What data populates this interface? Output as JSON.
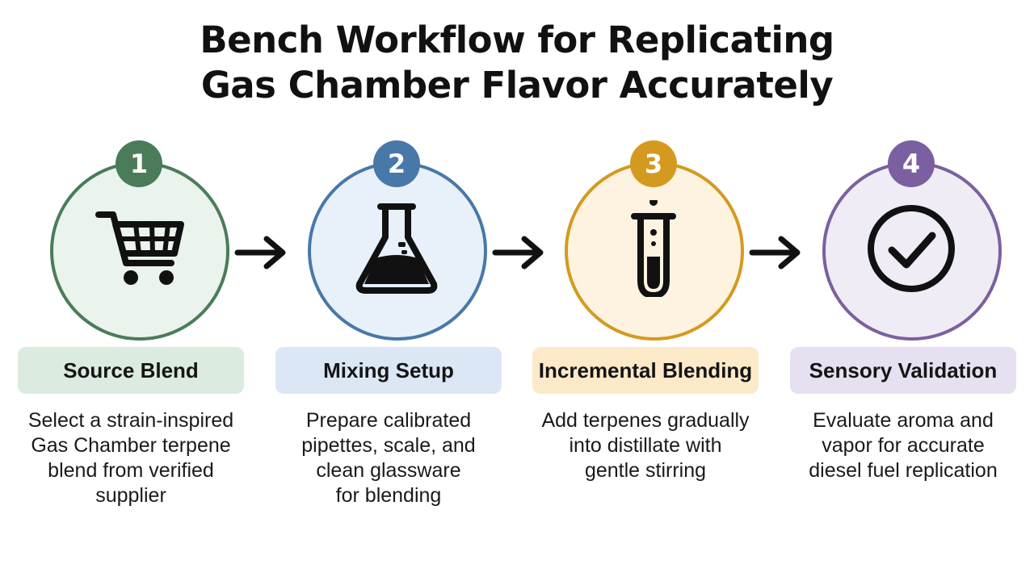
{
  "title": {
    "line1": "Bench Workflow for Replicating",
    "line2": "Gas Chamber Flavor Accurately"
  },
  "colors": {
    "green": "#4a7c59",
    "green_fill": "#eaf3ec",
    "green_label": "#dcebdf",
    "blue": "#4878a8",
    "blue_fill": "#e8f0f9",
    "blue_label": "#dbe7f5",
    "gold": "#d49a1f",
    "gold_fill": "#fdf3e0",
    "gold_label": "#fbe9c8",
    "purple": "#7a60a0",
    "purple_fill": "#f0ecf6",
    "purple_label": "#e6e0f0"
  },
  "steps": [
    {
      "number": "1",
      "icon": "shopping-cart-icon",
      "label": "Source Blend",
      "desc": [
        "Select a strain-inspired",
        "Gas Chamber terpene",
        "blend from verified",
        "supplier"
      ]
    },
    {
      "number": "2",
      "icon": "flask-icon",
      "label": "Mixing Setup",
      "desc": [
        "Prepare calibrated",
        "pipettes, scale, and",
        "clean glassware",
        "for blending"
      ]
    },
    {
      "number": "3",
      "icon": "test-tube-icon",
      "label": "Incremental Blending",
      "desc": [
        "Add terpenes gradually",
        "into distillate with",
        "gentle stirring"
      ]
    },
    {
      "number": "4",
      "icon": "checkmark-circle-icon",
      "label": "Sensory Validation",
      "desc": [
        "Evaluate aroma and",
        "vapor for accurate",
        "diesel fuel replication"
      ]
    }
  ]
}
